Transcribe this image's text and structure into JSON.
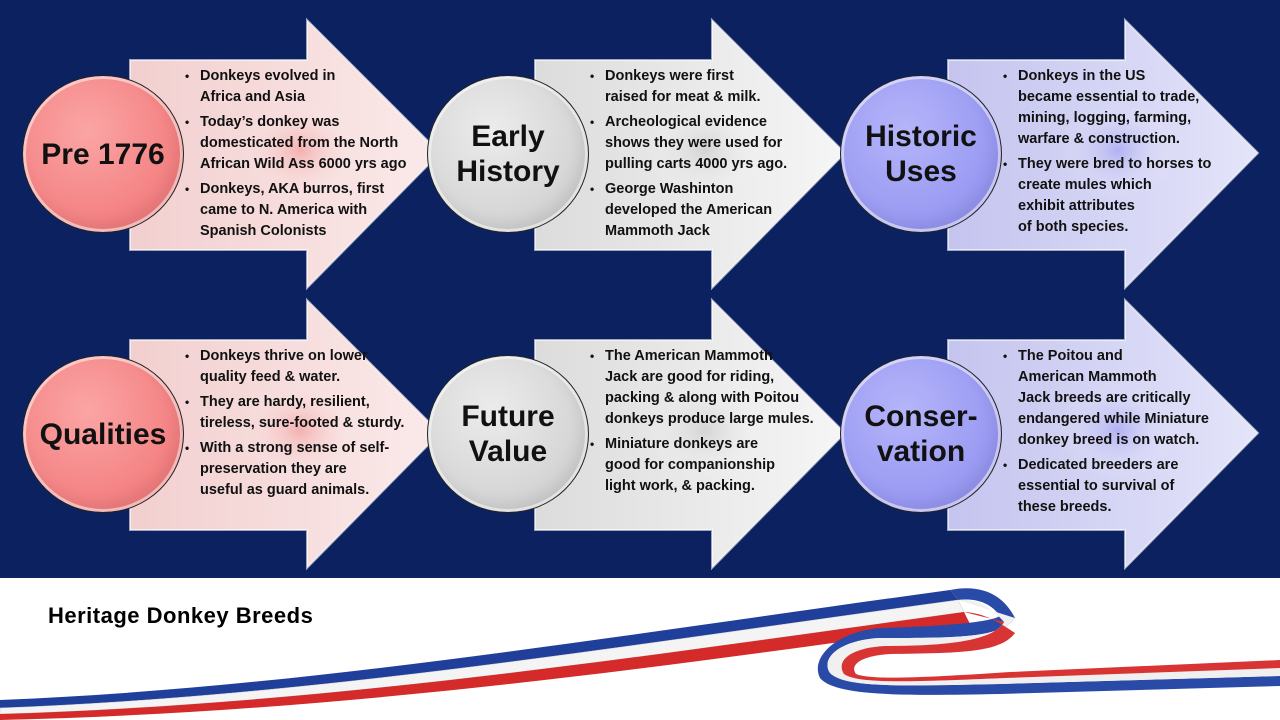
{
  "title": "Heritage Donkey Breeds",
  "colors": {
    "background": "#0c2260",
    "pink": "#f58c8c",
    "gray": "#d6d6d6",
    "purple": "#9c9cf4"
  },
  "panels": [
    {
      "heading": "Pre 1776",
      "bullets": [
        "Donkeys evolved in\nAfrica and Asia",
        "Today’s donkey was\ndomesticated from the North\nAfrican Wild Ass 6000 yrs ago",
        "Donkeys, AKA burros, first\ncame to N. America with\nSpanish Colonists"
      ]
    },
    {
      "heading": "Early\nHistory",
      "bullets": [
        "Donkeys were first\nraised for meat & milk.",
        "Archeological evidence\nshows they were used for\npulling carts 4000 yrs ago.",
        "George Washinton\ndeveloped the American\nMammoth Jack"
      ]
    },
    {
      "heading": "Historic\nUses",
      "bullets": [
        "Donkeys in the US\nbecame essential to trade,\nmining, logging, farming,\nwarfare & construction.",
        "They were bred to horses to\ncreate mules which\nexhibit attributes\nof both species."
      ]
    },
    {
      "heading": "Qualities",
      "bullets": [
        "Donkeys thrive on lower\nquality feed & water.",
        "They are hardy, resilient,\ntireless, sure-footed & sturdy.",
        "With a strong sense of self-\npreservation they are\nuseful as guard animals."
      ]
    },
    {
      "heading": "Future\nValue",
      "bullets": [
        "The American Mammoth\nJack are good for riding,\npacking & along with Poitou\ndonkeys produce large mules.",
        "Miniature donkeys are\ngood for companionship\nlight work, & packing."
      ]
    },
    {
      "heading": "Conser-\nvation",
      "bullets": [
        "The Poitou and\n American Mammoth\nJack breeds are critically\nendangered while Miniature\ndonkey breed is on watch.",
        "Dedicated breeders are\nessential to survival of\nthese breeds."
      ]
    }
  ]
}
